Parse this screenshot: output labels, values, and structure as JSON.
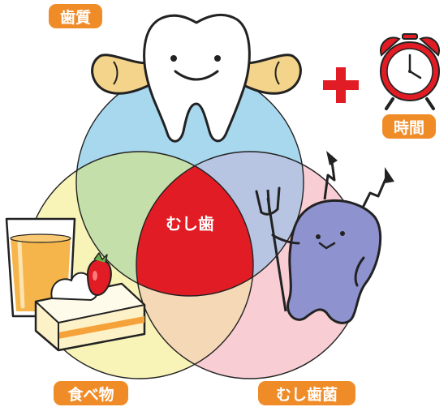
{
  "labels": {
    "tooth_quality": "歯質",
    "time": "時間",
    "food": "食べ物",
    "bacteria": "むし歯菌",
    "center": "むし歯",
    "plus": "+"
  },
  "colors": {
    "label_bg": "#f08c28",
    "circle_tooth": "#a8d8ee",
    "circle_food": "#f8f4b8",
    "circle_bacteria": "#f8cdd4",
    "overlap_tooth_food": "#c4dfa9",
    "overlap_tooth_bacteria": "#b7c4e2",
    "overlap_food_bacteria": "#f5d8b6",
    "center": "#e11c24",
    "plus": "#e11c24",
    "clock": "#e11c24",
    "germ": "#8e93d0"
  },
  "icons": {
    "tooth": "tooth-flexing-icon",
    "clock": "alarm-clock-icon",
    "food": "juice-and-cake-icon",
    "germ": "germ-devil-icon"
  }
}
